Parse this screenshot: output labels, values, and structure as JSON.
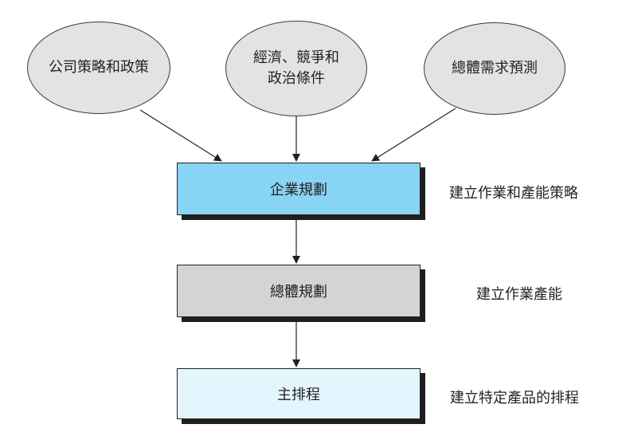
{
  "inputs": [
    {
      "lines": [
        "公司策略和政策"
      ]
    },
    {
      "lines": [
        "經濟、競爭和",
        "政治條件"
      ]
    },
    {
      "lines": [
        "總體需求預測"
      ]
    }
  ],
  "steps": [
    {
      "label": "企業規劃",
      "description": "建立作業和產能策略",
      "color": "#88d4f5"
    },
    {
      "label": "總體規劃",
      "description": "建立作業產能",
      "color": "#d4d4d4"
    },
    {
      "label": "主排程",
      "description": "建立特定產品的排程",
      "color": "#e4f6fd"
    }
  ]
}
